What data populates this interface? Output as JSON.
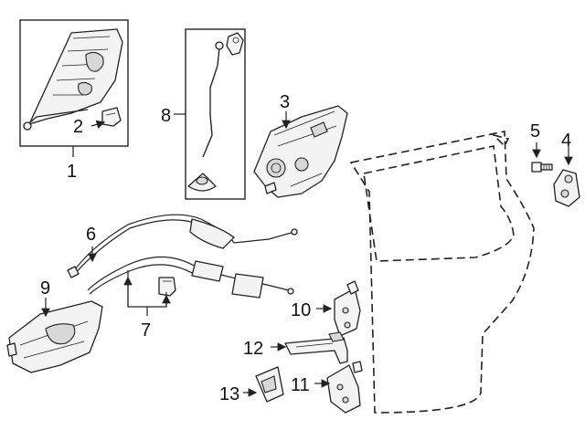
{
  "callouts": {
    "c1": "1",
    "c2": "2",
    "c3": "3",
    "c4": "4",
    "c5": "5",
    "c6": "6",
    "c7": "7",
    "c8": "8",
    "c9": "9",
    "c10": "10",
    "c11": "11",
    "c12": "12",
    "c13": "13"
  },
  "colors": {
    "stroke": "#222222",
    "part_fill": "#f3f3f3",
    "shade": "#d8d8d8"
  }
}
